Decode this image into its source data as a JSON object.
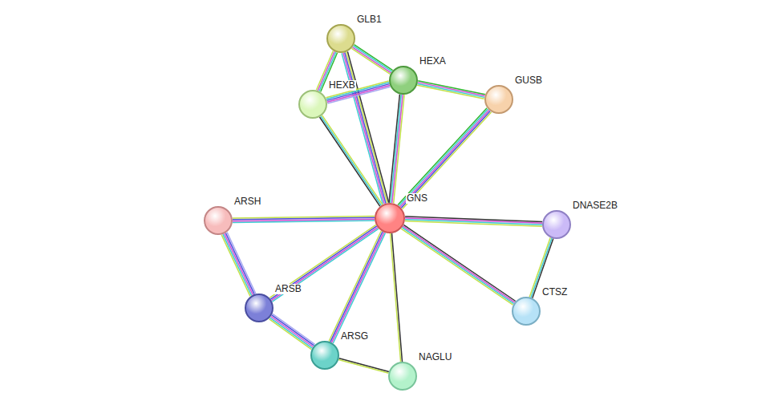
{
  "diagram": {
    "nodes": [
      {
        "text": [
          "GLB1"
        ]
      },
      {
        "text": [
          "HEXA"
        ]
      },
      {
        "text": [
          "HEXB"
        ]
      },
      {
        "text": [
          "GUSB"
        ]
      },
      {
        "text": [
          "GNS"
        ]
      },
      {
        "text": [
          "ARSH"
        ]
      },
      {
        "text": [
          "DNASE2B"
        ]
      },
      {
        "text": [
          "ARSB"
        ]
      },
      {
        "text": [
          "CTSZ"
        ]
      },
      {
        "text": [
          "ARSG"
        ]
      },
      {
        "text": [
          "NAGLU"
        ]
      }
    ],
    "edges": [
      {
        "from": 4,
        "to": 0,
        "arrow": "none"
      },
      {
        "from": 4,
        "to": 1,
        "arrow": "none"
      },
      {
        "from": 4,
        "to": 2,
        "arrow": "none"
      },
      {
        "from": 4,
        "to": 3,
        "arrow": "none"
      },
      {
        "from": 4,
        "to": 5,
        "arrow": "none"
      },
      {
        "from": 4,
        "to": 6,
        "arrow": "none"
      },
      {
        "from": 4,
        "to": 7,
        "arrow": "none"
      },
      {
        "from": 4,
        "to": 8,
        "arrow": "none"
      },
      {
        "from": 4,
        "to": 9,
        "arrow": "none"
      },
      {
        "from": 4,
        "to": 10,
        "arrow": "none"
      },
      {
        "from": 0,
        "to": 1,
        "arrow": "none"
      },
      {
        "from": 0,
        "to": 2,
        "arrow": "none"
      },
      {
        "from": 1,
        "to": 2,
        "arrow": "none"
      },
      {
        "from": 1,
        "to": 3,
        "arrow": "none"
      },
      {
        "from": 5,
        "to": 7,
        "arrow": "none"
      },
      {
        "from": 7,
        "to": 9,
        "arrow": "none"
      },
      {
        "from": 9,
        "to": 10,
        "arrow": "none"
      },
      {
        "from": 6,
        "to": 8,
        "arrow": "none"
      }
    ]
  }
}
